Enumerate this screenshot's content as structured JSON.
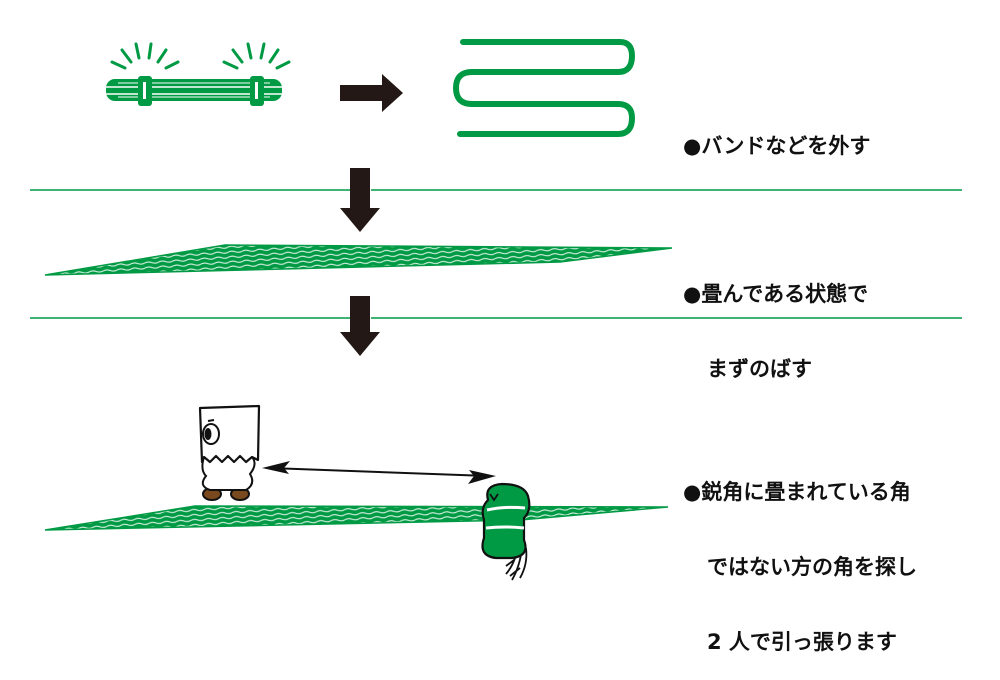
{
  "title": "Net unfolding instructions",
  "colors": {
    "green": "#009a44",
    "green_dark": "#00873b",
    "arrow": "#231815",
    "text": "#111111",
    "boot": "#7a4a1e"
  },
  "steps": [
    {
      "bullet": "●",
      "lines": [
        "バンドなどを外す"
      ]
    },
    {
      "bullet": "●",
      "lines": [
        "畳んである状態で",
        "まずのばす"
      ]
    },
    {
      "bullet": "●",
      "lines": [
        "鋭角に畳まれている角",
        "ではない方の角を探し",
        "2 人で引っ張ります"
      ]
    }
  ],
  "icons": {
    "banded_net": "bundled-net-icon",
    "unbanded_net": "folded-net-icon",
    "right_arrow": "arrow-right-icon",
    "down_arrow": "arrow-down-icon",
    "person": "person-character-icon",
    "net_roll": "net-roll-character-icon",
    "pull_arrow": "double-arrow-icon"
  }
}
